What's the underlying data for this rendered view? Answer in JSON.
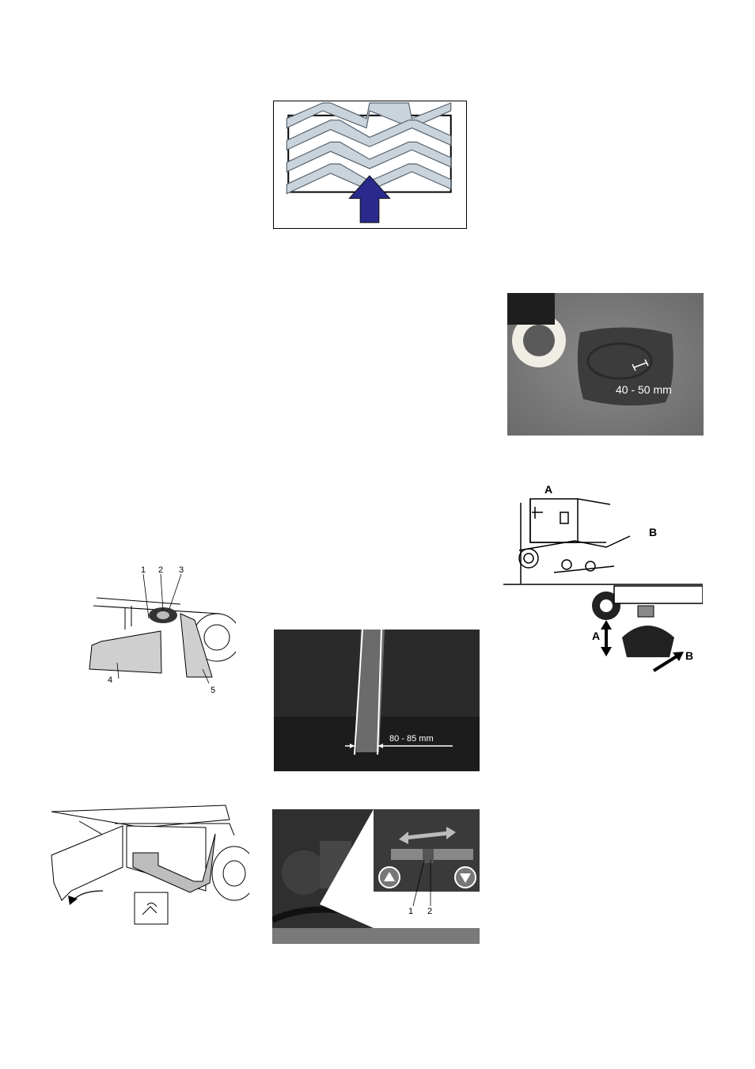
{
  "figures": {
    "side_brush_wear": {
      "measure_label": "40 - 50 mm"
    },
    "brush_adjust": {
      "label_a_top": "A",
      "label_b_top": "B",
      "label_a_bottom": "A",
      "label_b_bottom": "B"
    },
    "brush_flaps": {
      "callouts": [
        "1",
        "2",
        "3",
        "4",
        "5"
      ]
    },
    "sweep_pattern": {
      "measure_label": "80 - 85 mm"
    },
    "tension_screw": {
      "callouts": [
        "1",
        "2"
      ]
    }
  },
  "colors": {
    "arrow": "#2a2a8c",
    "chevron_fill": "#c8d2da",
    "chevron_edge": "#6f7d8a"
  }
}
